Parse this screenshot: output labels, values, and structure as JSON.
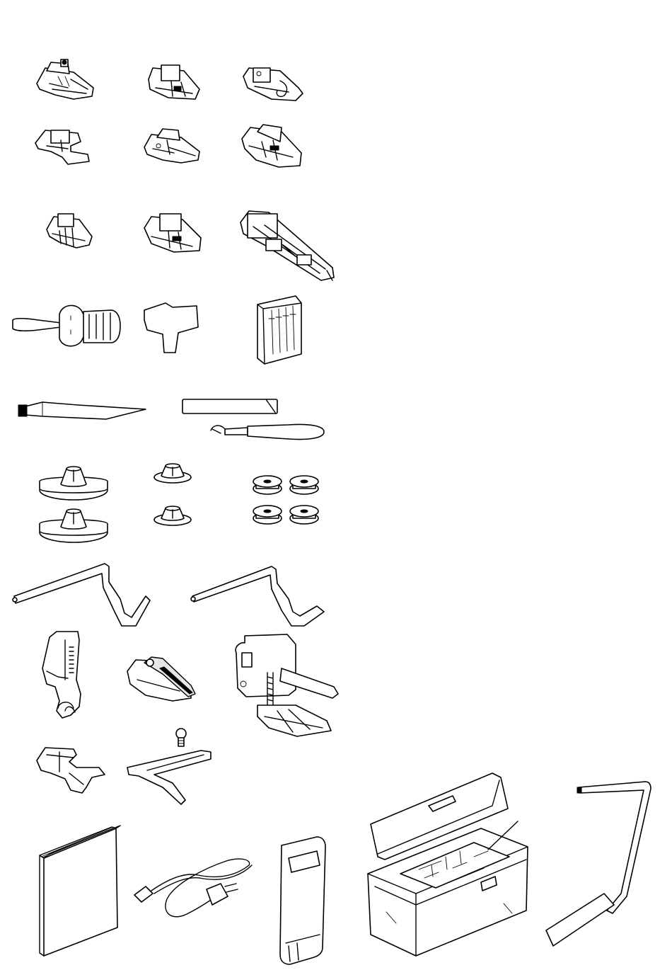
{
  "page": {
    "background": "#ffffff",
    "line_color": "#000000"
  },
  "accessories": [
    {
      "id": "zigzag-foot",
      "icon": "presser-foot"
    },
    {
      "id": "satin-foot",
      "icon": "presser-foot"
    },
    {
      "id": "rolled-hem-foot",
      "icon": "presser-foot"
    },
    {
      "id": "zipper-foot",
      "icon": "presser-foot"
    },
    {
      "id": "blind-stitch-foot",
      "icon": "presser-foot"
    },
    {
      "id": "overcasting-foot",
      "icon": "presser-foot"
    },
    {
      "id": "cording-foot",
      "icon": "presser-foot"
    },
    {
      "id": "button-sewing-foot",
      "icon": "presser-foot"
    },
    {
      "id": "buttonhole-foot",
      "icon": "presser-foot"
    },
    {
      "id": "screwdriver",
      "icon": "screwdriver"
    },
    {
      "id": "disc-screwdriver",
      "icon": "disc-shaped-screwdriver"
    },
    {
      "id": "needle-set",
      "icon": "needle-case"
    },
    {
      "id": "cleaning-brush",
      "icon": "brush"
    },
    {
      "id": "eyelet-punch",
      "icon": "rod"
    },
    {
      "id": "seam-ripper",
      "icon": "seam-ripper"
    },
    {
      "id": "spool-cap-large",
      "icon": "spool-cap"
    },
    {
      "id": "spool-cap-small",
      "icon": "spool-cap"
    },
    {
      "id": "bobbins",
      "icon": "bobbin"
    },
    {
      "id": "knee-lifter",
      "icon": "bent-rod"
    },
    {
      "id": "quilting-foot",
      "icon": "presser-foot"
    },
    {
      "id": "walking-foot",
      "icon": "presser-foot"
    },
    {
      "id": "open-toe-foot",
      "icon": "presser-foot"
    },
    {
      "id": "quilting-guide",
      "icon": "guide"
    },
    {
      "id": "instruction-manual",
      "icon": "book"
    },
    {
      "id": "power-cord",
      "icon": "power-cord"
    },
    {
      "id": "foot-controller",
      "icon": "pedal"
    },
    {
      "id": "accessory-case",
      "icon": "case"
    },
    {
      "id": "knee-lifter-long",
      "icon": "bent-rod"
    }
  ]
}
